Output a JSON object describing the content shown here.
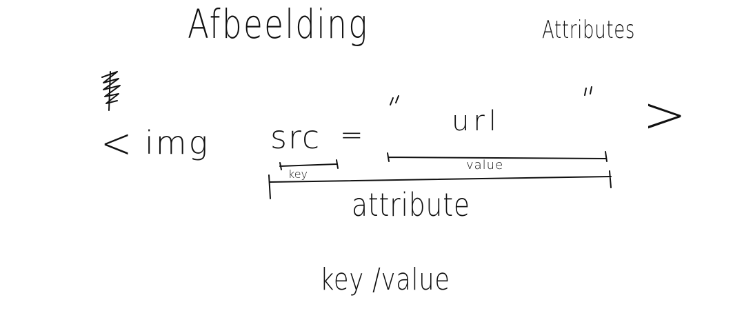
{
  "title": "Afbeelding",
  "side_title": "Attributes",
  "code": {
    "open_bracket": "<",
    "tag": "img",
    "key": "src",
    "equals": "=",
    "value": "url",
    "close_bracket": ">"
  },
  "labels": {
    "key": "key",
    "value": "value",
    "attribute": "attribute",
    "key_value": "key /value"
  },
  "colors": {
    "ink": "#111111",
    "background": "#ffffff"
  }
}
